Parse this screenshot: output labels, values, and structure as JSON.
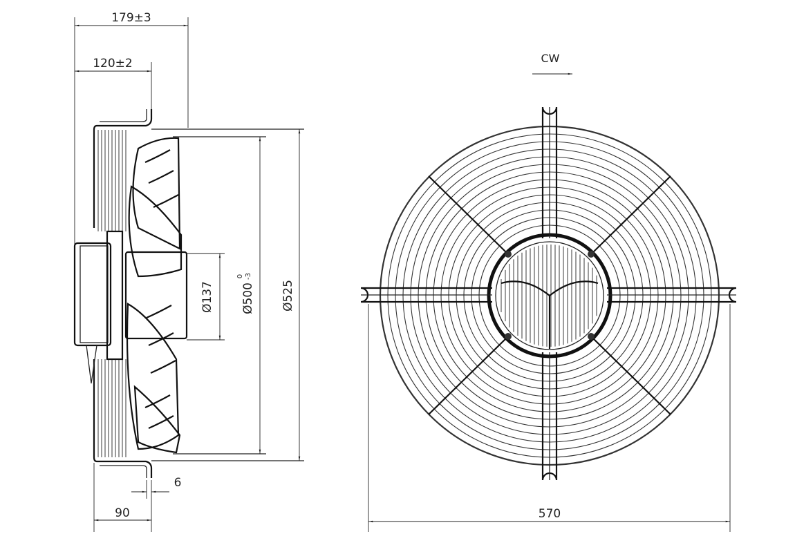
{
  "drawing": {
    "title": "Axial fan dimension drawing",
    "side_view": {
      "dim_overall_depth": "179±3",
      "dim_mount_depth": "120±2",
      "dim_hub_diameter": "Ø137",
      "dim_impeller_diameter": "Ø500",
      "dim_impeller_tol_upper": "0",
      "dim_impeller_tol_lower": "-3",
      "dim_housing_diameter": "Ø525",
      "dim_flange_thickness": "6",
      "dim_base_depth": "90"
    },
    "front_view": {
      "rotation": "CW",
      "dim_overall_width": "570"
    }
  }
}
